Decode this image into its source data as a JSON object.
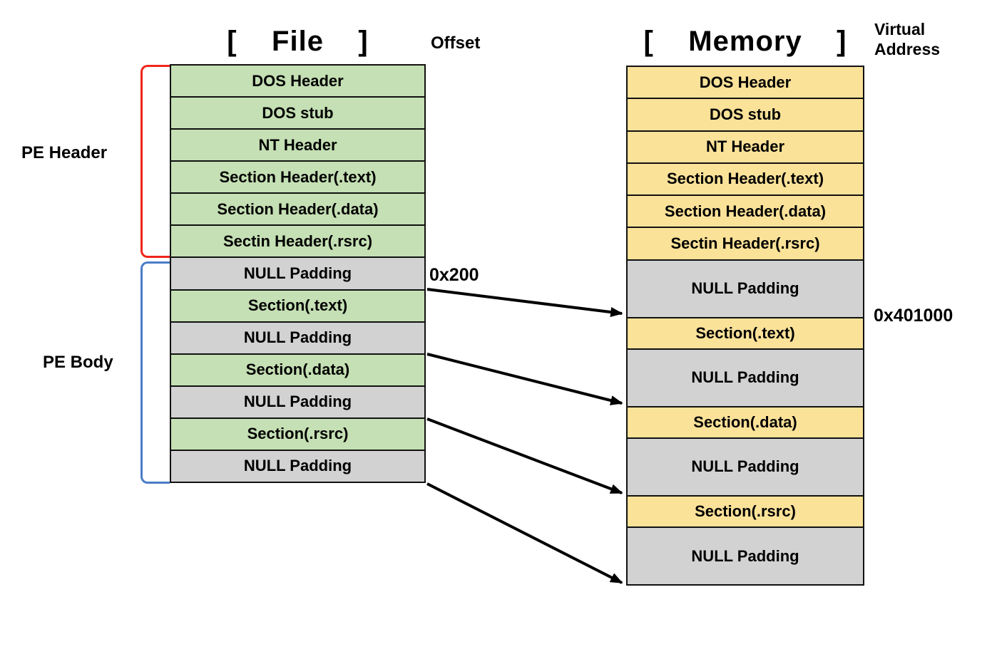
{
  "file_column": {
    "title": "[    File    ]",
    "axis_label": "Offset",
    "rows": [
      {
        "label": "DOS Header",
        "type": "header"
      },
      {
        "label": "DOS stub",
        "type": "header"
      },
      {
        "label": "NT Header",
        "type": "header"
      },
      {
        "label": "Section Header(.text)",
        "type": "header"
      },
      {
        "label": "Section Header(.data)",
        "type": "header"
      },
      {
        "label": "Sectin Header(.rsrc)",
        "type": "header"
      },
      {
        "label": "NULL Padding",
        "type": "padding"
      },
      {
        "label": "Section(.text)",
        "type": "section"
      },
      {
        "label": "NULL Padding",
        "type": "padding"
      },
      {
        "label": "Section(.data)",
        "type": "section"
      },
      {
        "label": "NULL Padding",
        "type": "padding"
      },
      {
        "label": "Section(.rsrc)",
        "type": "section"
      },
      {
        "label": "NULL Padding",
        "type": "padding"
      }
    ]
  },
  "memory_column": {
    "title": "[    Memory    ]",
    "axis_label_line1": "Virtual",
    "axis_label_line2": "Address",
    "rows": [
      {
        "label": "DOS Header",
        "type": "header"
      },
      {
        "label": "DOS stub",
        "type": "header"
      },
      {
        "label": "NT Header",
        "type": "header"
      },
      {
        "label": "Section Header(.text)",
        "type": "header"
      },
      {
        "label": "Section Header(.data)",
        "type": "header"
      },
      {
        "label": "Sectin Header(.rsrc)",
        "type": "header"
      },
      {
        "label": "NULL Padding",
        "type": "padding"
      },
      {
        "label": "Section(.text)",
        "type": "section"
      },
      {
        "label": "NULL Padding",
        "type": "padding"
      },
      {
        "label": "Section(.data)",
        "type": "section"
      },
      {
        "label": "NULL Padding",
        "type": "padding"
      },
      {
        "label": "Section(.rsrc)",
        "type": "section"
      },
      {
        "label": "NULL Padding",
        "type": "padding"
      }
    ]
  },
  "annotations": {
    "pe_header": "PE Header",
    "pe_body": "PE Body",
    "file_offset": "0x200",
    "virtual_address": "0x401000"
  },
  "colors": {
    "file_fill": "#c5e0b4",
    "memory_fill": "#fbe299",
    "padding_fill": "#d2d2d2",
    "cell_border": "#111111",
    "pe_header_bracket": "#f0251a",
    "pe_body_bracket": "#4a7cc7",
    "arrow": "#000000"
  }
}
